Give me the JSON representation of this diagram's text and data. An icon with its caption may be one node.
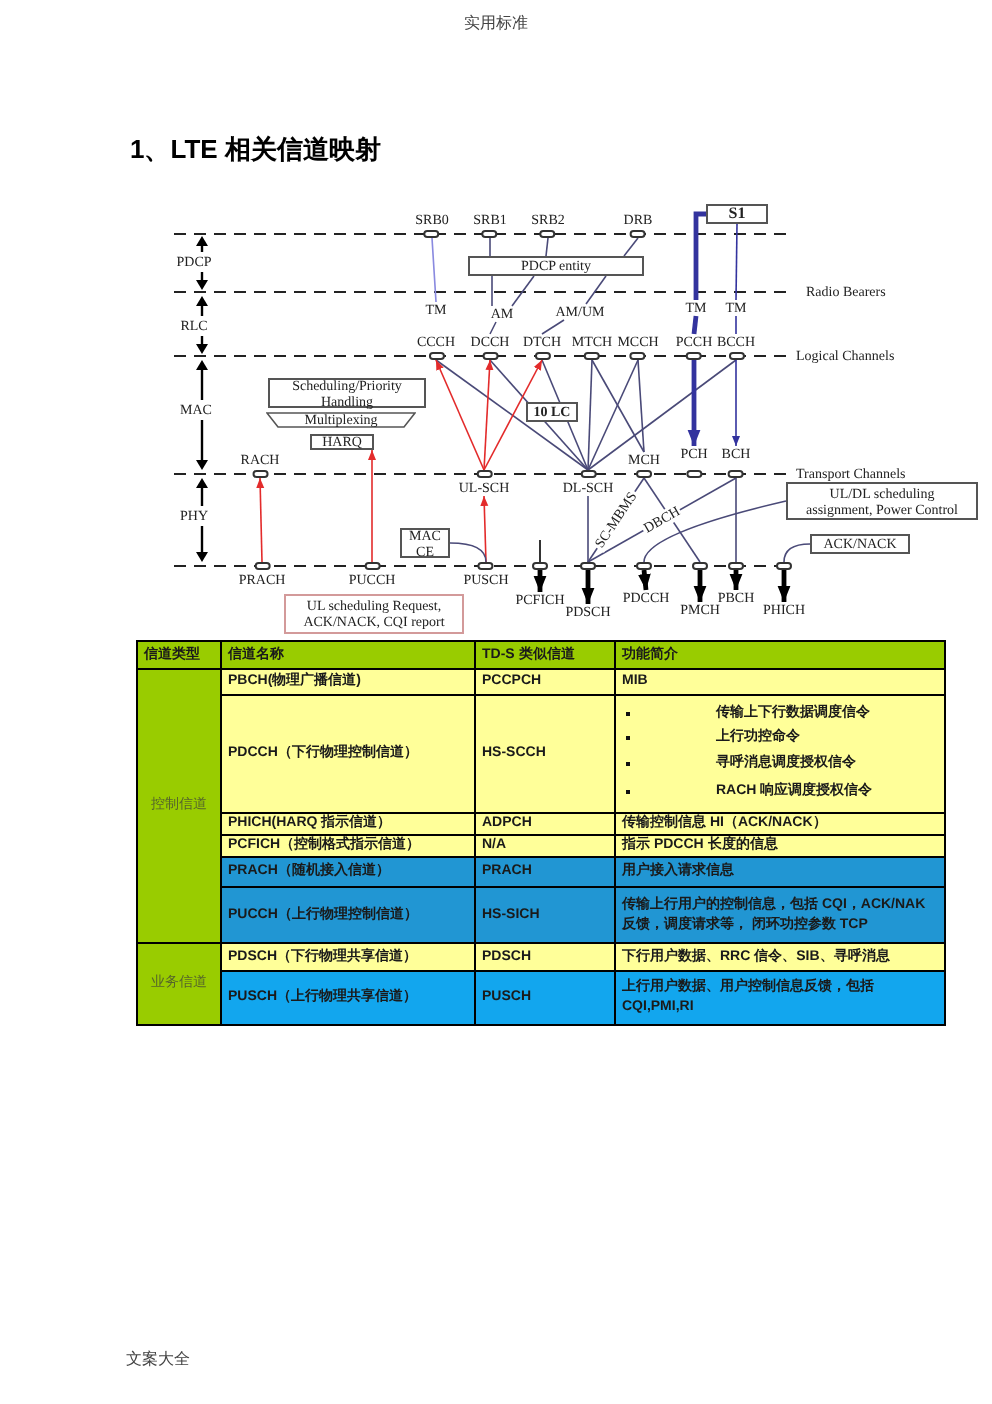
{
  "diagram": {
    "title": "1、LTE 相关信道映射",
    "nodes": [
      {
        "text": [],
        "shape": "box",
        "beside": [
          "SRB0"
        ]
      },
      {
        "text": [],
        "shape": "box",
        "beside": [
          "SRB1"
        ]
      },
      {
        "text": [],
        "shape": "box",
        "beside": [
          "SRB2"
        ]
      },
      {
        "text": [],
        "shape": "box",
        "beside": [
          "DRB"
        ]
      },
      {
        "text": [
          "S1"
        ]
      },
      {
        "text": [
          "PDCP entity"
        ]
      },
      {
        "text": [
          "TM"
        ]
      },
      {
        "text": [
          "AM"
        ]
      },
      {
        "text": [
          "AM/UM"
        ]
      },
      {
        "text": [
          "TM"
        ]
      },
      {
        "text": [
          "TM"
        ]
      },
      {
        "text": [],
        "shape": "box",
        "beside": [
          "CCCH"
        ]
      },
      {
        "text": [],
        "shape": "box",
        "beside": [
          "DCCH"
        ]
      },
      {
        "text": [],
        "shape": "box",
        "beside": [
          "DTCH"
        ]
      },
      {
        "text": [],
        "shape": "box",
        "beside": [
          "MTCH"
        ]
      },
      {
        "text": [],
        "shape": "box",
        "beside": [
          "MCCH"
        ]
      },
      {
        "text": [],
        "shape": "box",
        "beside": [
          "PCCH"
        ]
      },
      {
        "text": [],
        "shape": "box",
        "beside": [
          "BCCH"
        ]
      },
      {
        "text": [
          "Scheduling/Priority Handling"
        ]
      },
      {
        "text": [
          "Multiplexing"
        ]
      },
      {
        "text": [
          "10 LC"
        ]
      },
      {
        "text": [
          "HARQ"
        ]
      },
      {
        "text": [],
        "shape": "box",
        "beside": [
          "RACH"
        ]
      },
      {
        "text": [],
        "shape": "box",
        "beside": [
          "UL-SCH"
        ]
      },
      {
        "text": [],
        "shape": "box",
        "beside": [
          "DL-SCH"
        ]
      },
      {
        "text": [],
        "shape": "box",
        "beside": [
          "MCH"
        ]
      },
      {
        "text": [],
        "shape": "box",
        "beside": [
          "PCH"
        ]
      },
      {
        "text": [],
        "shape": "box",
        "beside": [
          "BCH"
        ]
      },
      {
        "text": [
          "UL/DL scheduling assignment, Power Control"
        ]
      },
      {
        "text": [
          "MAC CE"
        ]
      },
      {
        "text": [
          "ACK/NACK"
        ]
      },
      {
        "text": [],
        "shape": "box",
        "beside": [
          "PRACH"
        ]
      },
      {
        "text": [],
        "shape": "box",
        "beside": [
          "PUCCH"
        ]
      },
      {
        "text": [],
        "shape": "box",
        "beside": [
          "PUSCH"
        ]
      },
      {
        "text": [],
        "shape": "box"
      },
      {
        "text": [],
        "shape": "box"
      },
      {
        "text": [],
        "shape": "box"
      },
      {
        "text": [],
        "shape": "box"
      },
      {
        "text": [],
        "shape": "box"
      },
      {
        "text": [],
        "shape": "box"
      },
      {
        "text": [
          "PCFICH"
        ]
      },
      {
        "text": [
          "PDSCH"
        ]
      },
      {
        "text": [
          "PDCCH"
        ]
      },
      {
        "text": [
          "PMCH"
        ]
      },
      {
        "text": [
          "PBCH"
        ]
      },
      {
        "text": [
          "PHICH"
        ]
      },
      {
        "text": [
          "UL scheduling Request, ACK/NACK, CQI report"
        ]
      }
    ],
    "edges": [
      {
        "from": 0,
        "to": 6,
        "arrow": "none",
        "color": "#8a8ae0"
      },
      {
        "from": 1,
        "to": 5,
        "arrow": "none"
      },
      {
        "from": 2,
        "to": 5,
        "arrow": "none"
      },
      {
        "from": 3,
        "to": 5,
        "arrow": "none"
      },
      {
        "from": 5,
        "to": 7,
        "arrow": "none"
      },
      {
        "from": 5,
        "to": 7,
        "arrow": "none"
      },
      {
        "from": 5,
        "to": 8,
        "arrow": "none"
      },
      {
        "from": 7,
        "to": 12,
        "arrow": "none"
      },
      {
        "from": 8,
        "to": 13,
        "arrow": "none"
      },
      {
        "from": 4,
        "to": 9,
        "arrow": "none",
        "style": "thick",
        "color": "#33339e"
      },
      {
        "from": 4,
        "to": 10,
        "arrow": "none",
        "color": "#33339e"
      },
      {
        "from": 9,
        "to": 16,
        "arrow": "none",
        "style": "thick",
        "color": "#33339e"
      },
      {
        "from": 10,
        "to": 17,
        "arrow": "none",
        "color": "#33339e"
      },
      {
        "from": 11,
        "to": 24,
        "arrow": "none"
      },
      {
        "from": 12,
        "to": 24,
        "arrow": "none"
      },
      {
        "from": 13,
        "to": 24,
        "arrow": "none"
      },
      {
        "from": 14,
        "to": 24,
        "arrow": "none"
      },
      {
        "from": 15,
        "to": 24,
        "arrow": "none"
      },
      {
        "from": 17,
        "to": 24,
        "arrow": "none"
      },
      {
        "from": 14,
        "to": 25,
        "arrow": "none"
      },
      {
        "from": 15,
        "to": 25,
        "arrow": "none"
      },
      {
        "from": 16,
        "to": 26,
        "arrow": "to",
        "style": "thick",
        "color": "#33339e"
      },
      {
        "from": 17,
        "to": 27,
        "arrow": "to",
        "color": "#33339e"
      },
      {
        "from": 23,
        "to": 11,
        "arrow": "to",
        "color": "#e32b2b"
      },
      {
        "from": 23,
        "to": 12,
        "arrow": "to",
        "color": "#e32b2b"
      },
      {
        "from": 23,
        "to": 13,
        "arrow": "to",
        "color": "#e32b2b"
      },
      {
        "from": 31,
        "to": 22,
        "arrow": "to",
        "color": "#e32b2b"
      },
      {
        "from": 32,
        "to": 21,
        "arrow": "to",
        "color": "#e32b2b"
      },
      {
        "from": 33,
        "to": 23,
        "arrow": "to",
        "color": "#e32b2b"
      },
      {
        "from": 29,
        "to": 33,
        "arrow": "none"
      },
      {
        "from": 24,
        "to": 35,
        "arrow": "none"
      },
      {
        "from": 25,
        "to": 35,
        "arrow": "none",
        "label": "SC-MBMS"
      },
      {
        "from": 27,
        "to": 35,
        "arrow": "none",
        "label": "DBCH"
      },
      {
        "from": 25,
        "to": 37,
        "arrow": "none"
      },
      {
        "from": 27,
        "to": 38,
        "arrow": "none"
      },
      {
        "from": 28,
        "to": 36,
        "arrow": "none"
      },
      {
        "from": 30,
        "to": 39,
        "arrow": "none"
      },
      {
        "from": null,
        "to": 34,
        "arrow": "none",
        "color": "#000000"
      },
      {
        "from": 34,
        "to": 40,
        "arrow": "to",
        "style": "thick",
        "color": "#000000"
      },
      {
        "from": 35,
        "to": 41,
        "arrow": "to",
        "style": "thick",
        "color": "#000000"
      },
      {
        "from": 36,
        "to": 42,
        "arrow": "to",
        "style": "thick",
        "color": "#000000"
      },
      {
        "from": 37,
        "to": 43,
        "arrow": "to",
        "style": "thick",
        "color": "#000000"
      },
      {
        "from": 38,
        "to": 44,
        "arrow": "to",
        "style": "thick",
        "color": "#000000"
      },
      {
        "from": 39,
        "to": 45,
        "arrow": "to",
        "style": "thick",
        "color": "#000000"
      }
    ],
    "labels": [
      "实用标准",
      "PDCP",
      "Radio Bearers",
      "RLC",
      "Logical Channels",
      "MAC",
      "Transport Channels",
      "PHY",
      "信道类型",
      "信道名称",
      "TD-S 类似信道",
      "功能简介",
      "控制信道",
      "PBCH(物理广播信道)",
      "PCCPCH",
      "MIB",
      "PDCCH（下行物理控制信道）",
      "HS-SCCH",
      "传输上下行数据调度信令",
      "上行功控命令",
      "寻呼消息调度授权信令",
      "RACH 响应调度授权信令",
      "PHICH(HARQ 指示信道）",
      "ADPCH",
      "传输控制信息 HI（ACK/NACK）",
      "PCFICH（控制格式指示信道）",
      "N/A",
      "指示 PDCCH 长度的信息",
      "PRACH（随机接入信道）",
      "PRACH",
      "用户接入请求信息",
      "PUCCH（上行物理控制信道）",
      "HS-SICH",
      "传输上行用户的控制信息，包括 CQI，ACK/NAK 反馈，调度请求等， 闭环功控参数 TCP",
      "业务信道",
      "PDSCH（下行物理共享信道）",
      "PDSCH",
      "下行用户数据、RRC 信令、SIB、寻呼消息",
      "PUSCH（上行物理共享信道）",
      "PUSCH",
      "上行用户数据、用户控制信息反馈，包括 CQI,PMI,RI",
      "文案大全"
    ]
  }
}
